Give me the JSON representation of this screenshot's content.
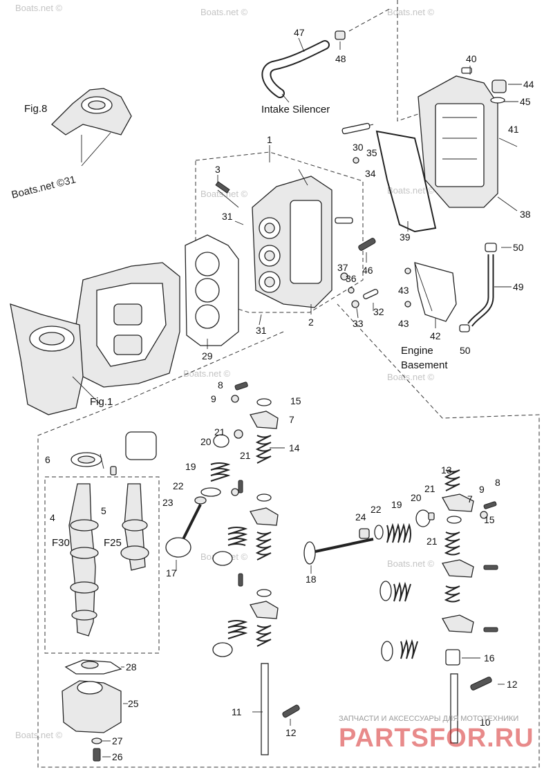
{
  "watermarks": {
    "boats": [
      "Boats.net ©",
      "Boats.net ©",
      "Boats.net ©",
      "Boats.net ©",
      "Boats.net ©",
      "Boats.net ©",
      "Boats.net ©",
      "Boats.net ©",
      "Boats.net ©",
      "Boats.net ©"
    ],
    "boats_dark": "Boats.net ©31"
  },
  "labels": {
    "fig8": "Fig.8",
    "fig1": "Fig.1",
    "intake_silencer": "Intake Silencer",
    "engine": "Engine",
    "basement": "Basement",
    "f30": "F30",
    "f25": "F25"
  },
  "callouts": {
    "c47": "47",
    "c48": "48",
    "c40": "40",
    "c44": "44",
    "c45": "45",
    "c41": "41",
    "c30": "30",
    "c35": "35",
    "c34": "34",
    "c1": "1",
    "c3": "3",
    "c31a": "31",
    "c31b": "31",
    "c38": "38",
    "c39": "39",
    "c46": "46",
    "c50a": "50",
    "c49": "49",
    "c37": "37",
    "c36": "36",
    "c43a": "43",
    "c43b": "43",
    "c32": "32",
    "c33": "33",
    "c2": "2",
    "c29": "29",
    "c42": "42",
    "c50b": "50",
    "c8a": "8",
    "c9a": "9",
    "c15a": "15",
    "c7a": "7",
    "c21a": "21",
    "c20a": "20",
    "c21b": "21",
    "c14": "14",
    "c6": "6",
    "c19a": "19",
    "c22a": "22",
    "c23": "23",
    "c4": "4",
    "c5": "5",
    "c17": "17",
    "c13": "13",
    "c9b": "9",
    "c8b": "8",
    "c21c": "21",
    "c22b": "22",
    "c19b": "19",
    "c20b": "20",
    "c7b": "7",
    "c24": "24",
    "c15b": "15",
    "c21d": "21",
    "c18": "18",
    "c16": "16",
    "c12a": "12",
    "c28": "28",
    "c25": "25",
    "c11": "11",
    "c12b": "12",
    "c10": "10",
    "c27": "27",
    "c26": "26"
  },
  "brand": {
    "name": "PARTSFOR.RU",
    "tagline": "ЗАПЧАСТИ И АКСЕССУАРЫ ДЛЯ МОТОТЕХНИКИ"
  }
}
